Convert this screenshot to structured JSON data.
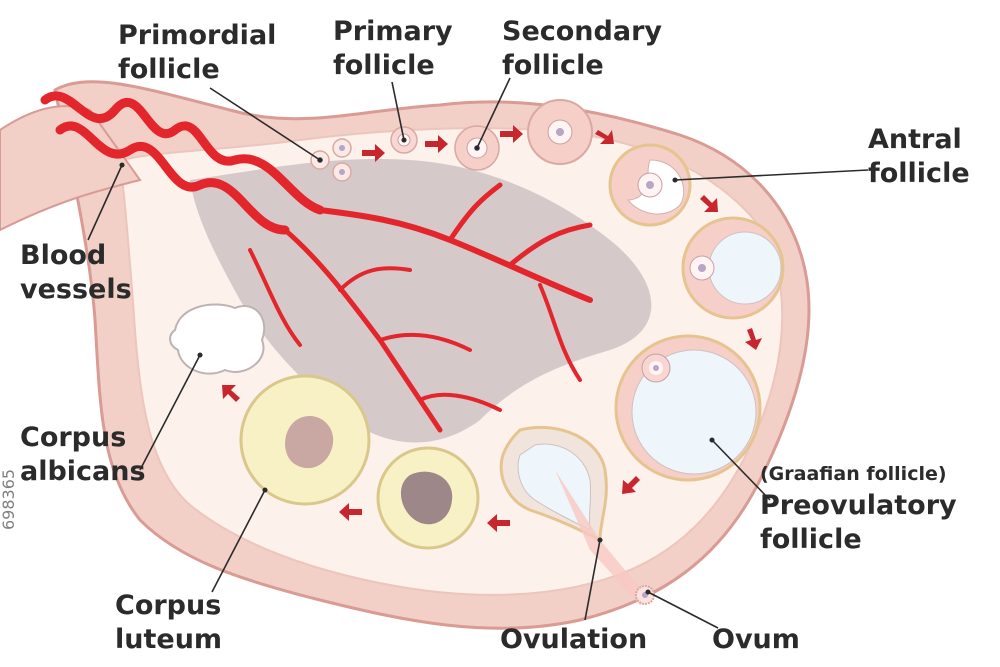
{
  "labels": {
    "primordial": [
      "Primordial",
      "follicle"
    ],
    "primary": [
      "Primary",
      "follicle"
    ],
    "secondary": [
      "Secondary",
      "follicle"
    ],
    "antral": [
      "Antral",
      "follicle"
    ],
    "blood_vessels": [
      "Blood",
      "vessels"
    ],
    "corpus_albicans": [
      "Corpus",
      "albicans"
    ],
    "graafian": "(Graafian follicle)",
    "preovulatory": [
      "Preovulatory",
      "follicle"
    ],
    "corpus_luteum": [
      "Corpus",
      "luteum"
    ],
    "ovulation": "Ovulation",
    "ovum": "Ovum"
  },
  "watermark": "698365"
}
